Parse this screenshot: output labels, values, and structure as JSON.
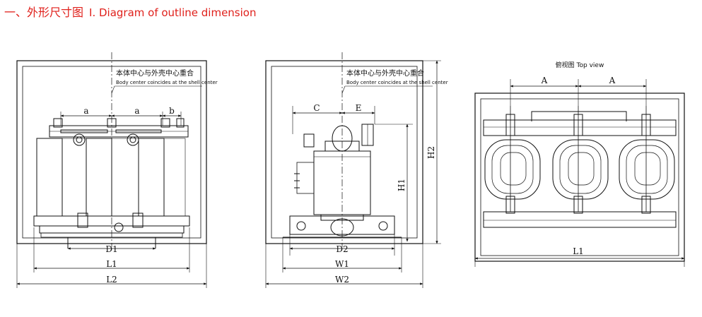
{
  "header": {
    "title_cn": "一、外形尺寸图",
    "title_en": "I. Diagram of outline dimension",
    "title_color": "#e0211c"
  },
  "front_view": {
    "note_cn": "本体中心与外壳中心重合",
    "note_en": "Body center coincides at the shell center",
    "dim_a1": "a",
    "dim_a2": "a",
    "dim_b": "b",
    "dim_D1": "D1",
    "dim_L1": "L1",
    "dim_L2": "L2"
  },
  "side_view": {
    "note_cn": "本体中心与外壳中心重合",
    "note_en": "Body center coincides at the shell center",
    "dim_C": "C",
    "dim_E": "E",
    "dim_H1": "H1",
    "dim_H2": "H2",
    "dim_D2": "D2",
    "dim_W1": "W1",
    "dim_W2": "W2"
  },
  "top_view": {
    "label": "俯视图 Top view",
    "dim_A1": "A",
    "dim_A2": "A",
    "dim_L1": "L1"
  }
}
